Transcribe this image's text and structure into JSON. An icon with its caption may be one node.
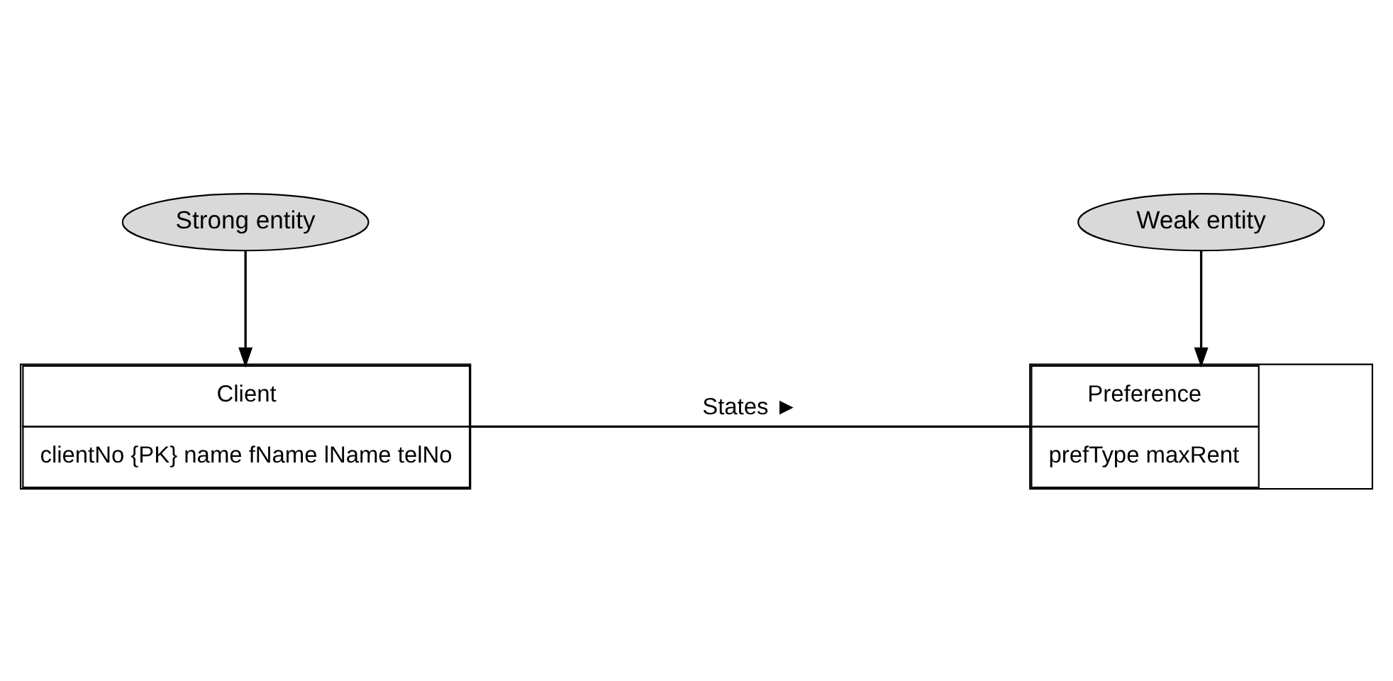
{
  "diagram": {
    "nodes": [
      {
        "text": [
          "Strong entity"
        ]
      },
      {
        "text": [
          "Weak entity"
        ]
      },
      {
        "text": [
          "Client",
          "clientNo {PK} name fName lName telNo"
        ]
      },
      {
        "text": [
          "Preference",
          "prefType maxRent"
        ]
      }
    ],
    "edges": [
      {
        "from": 0,
        "to": 2,
        "arrow": "to"
      },
      {
        "from": 1,
        "to": 3,
        "arrow": "to"
      },
      {
        "from": 2,
        "to": 3,
        "arrow": "none",
        "label": "States ►"
      }
    ]
  }
}
